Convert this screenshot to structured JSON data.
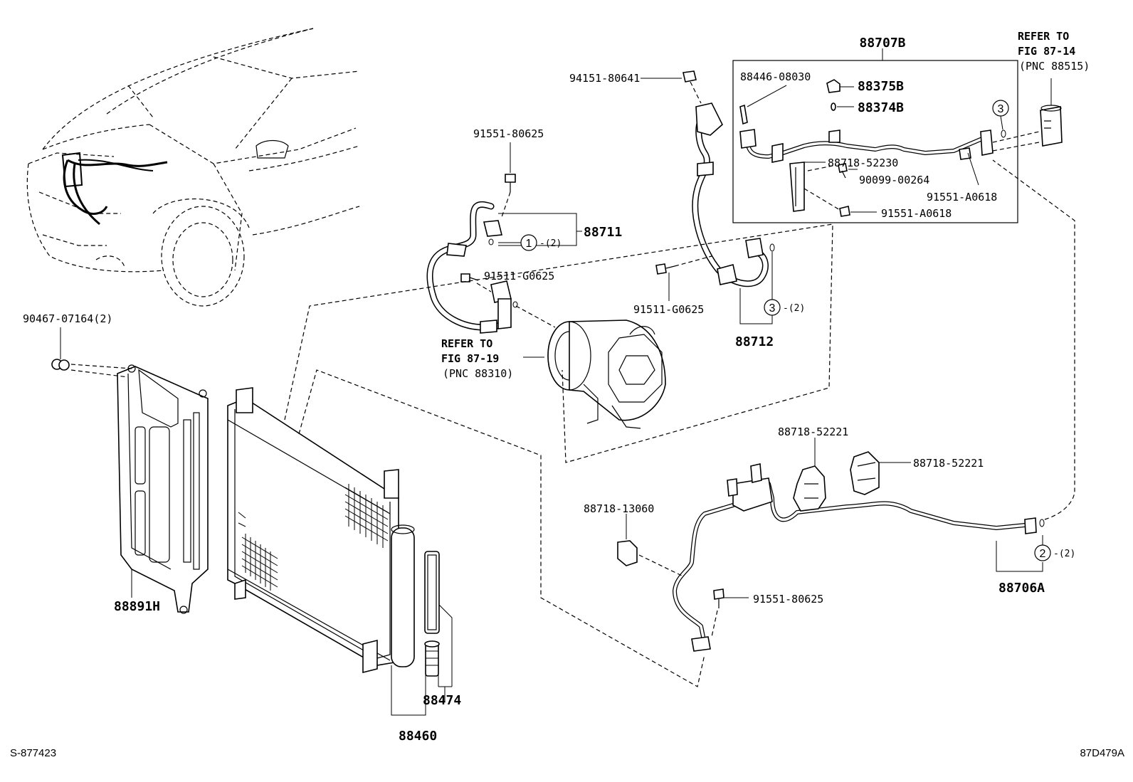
{
  "corner_labels": {
    "left": "S-877423",
    "right": "87D479A"
  },
  "labels": {
    "p88707B": "88707B",
    "p94151_80641": "94151-80641",
    "p88446_08030": "88446-08030",
    "p88375B": "88375B",
    "p88374B": "88374B",
    "p88718_52230": "88718-52230",
    "p90099_00264": "90099-00264",
    "p91551_A0618_a": "91551-A0618",
    "p91551_A0618_b": "91551-A0618",
    "p91551_80625_top": "91551-80625",
    "p88711": "88711",
    "p91511_G0625_a": "91511-G0625",
    "p91511_G0625_b": "91511-G0625",
    "p88712": "88712",
    "p90467_07164": "90467-07164(2)",
    "p88891H": "88891H",
    "p88718_52221_a": "88718-52221",
    "p88718_52221_b": "88718-52221",
    "p88718_13060": "88718-13060",
    "p91551_80625_bot": "91551-80625",
    "p88706A": "88706A",
    "p88474": "88474",
    "p88460": "88460"
  },
  "references": {
    "ref_top": {
      "line1": "REFER TO",
      "line2": "FIG 87-14",
      "line3": "(PNC 88515)"
    },
    "ref_mid": {
      "line1": "REFER TO",
      "line2": "FIG 87-19",
      "line3": "(PNC 88310)"
    }
  },
  "callouts": {
    "c1": {
      "num": "1",
      "qty": "-(2)"
    },
    "c2": {
      "num": "2",
      "qty": "-(2)"
    },
    "c3_top": {
      "num": "3"
    },
    "c3_mid": {
      "num": "3",
      "qty": "-(2)"
    }
  }
}
